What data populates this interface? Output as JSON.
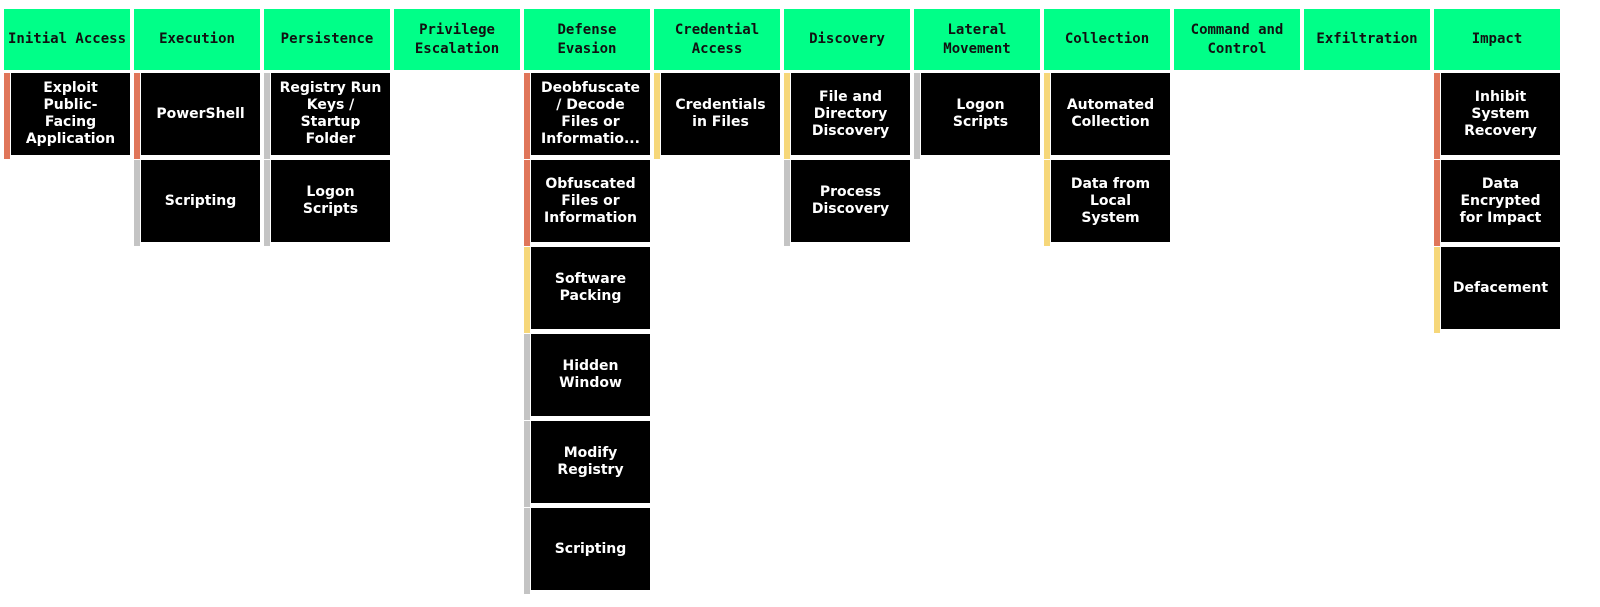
{
  "severity_colors": {
    "high": "#e0765a",
    "medium": "#f6d77a",
    "low": "#c4c4c4"
  },
  "header_color": "#00ff88",
  "tactics": [
    {
      "id": "initial-access",
      "name": "Initial Access",
      "techniques": [
        {
          "name": "Exploit Public-Facing Application",
          "severity": "high"
        }
      ]
    },
    {
      "id": "execution",
      "name": "Execution",
      "techniques": [
        {
          "name": "PowerShell",
          "severity": "high"
        },
        {
          "name": "Scripting",
          "severity": "low"
        }
      ]
    },
    {
      "id": "persistence",
      "name": "Persistence",
      "techniques": [
        {
          "name": "Registry Run Keys / Startup Folder",
          "severity": "low"
        },
        {
          "name": "Logon Scripts",
          "severity": "low"
        }
      ]
    },
    {
      "id": "privilege-escalation",
      "name": "Privilege\nEscalation",
      "techniques": []
    },
    {
      "id": "defense-evasion",
      "name": "Defense\nEvasion",
      "techniques": [
        {
          "name": "Deobfuscate / Decode Files or Informatio...",
          "severity": "high"
        },
        {
          "name": "Obfuscated Files or Information",
          "severity": "high"
        },
        {
          "name": "Software Packing",
          "severity": "medium"
        },
        {
          "name": "Hidden Window",
          "severity": "low"
        },
        {
          "name": "Modify Registry",
          "severity": "low"
        },
        {
          "name": "Scripting",
          "severity": "low"
        }
      ]
    },
    {
      "id": "credential-access",
      "name": "Credential\nAccess",
      "techniques": [
        {
          "name": "Credentials in Files",
          "severity": "medium"
        }
      ]
    },
    {
      "id": "discovery",
      "name": "Discovery",
      "techniques": [
        {
          "name": "File and Directory Discovery",
          "severity": "medium"
        },
        {
          "name": "Process Discovery",
          "severity": "low"
        }
      ]
    },
    {
      "id": "lateral-movement",
      "name": "Lateral\nMovement",
      "techniques": [
        {
          "name": "Logon Scripts",
          "severity": "low"
        }
      ]
    },
    {
      "id": "collection",
      "name": "Collection",
      "techniques": [
        {
          "name": "Automated Collection",
          "severity": "medium"
        },
        {
          "name": "Data from Local System",
          "severity": "medium"
        }
      ]
    },
    {
      "id": "command-and-control",
      "name": "Command and\nControl",
      "techniques": []
    },
    {
      "id": "exfiltration",
      "name": "Exfiltration",
      "techniques": []
    },
    {
      "id": "impact",
      "name": "Impact",
      "techniques": [
        {
          "name": "Inhibit System Recovery",
          "severity": "high"
        },
        {
          "name": "Data Encrypted for Impact",
          "severity": "high"
        },
        {
          "name": "Defacement",
          "severity": "medium"
        }
      ]
    }
  ]
}
